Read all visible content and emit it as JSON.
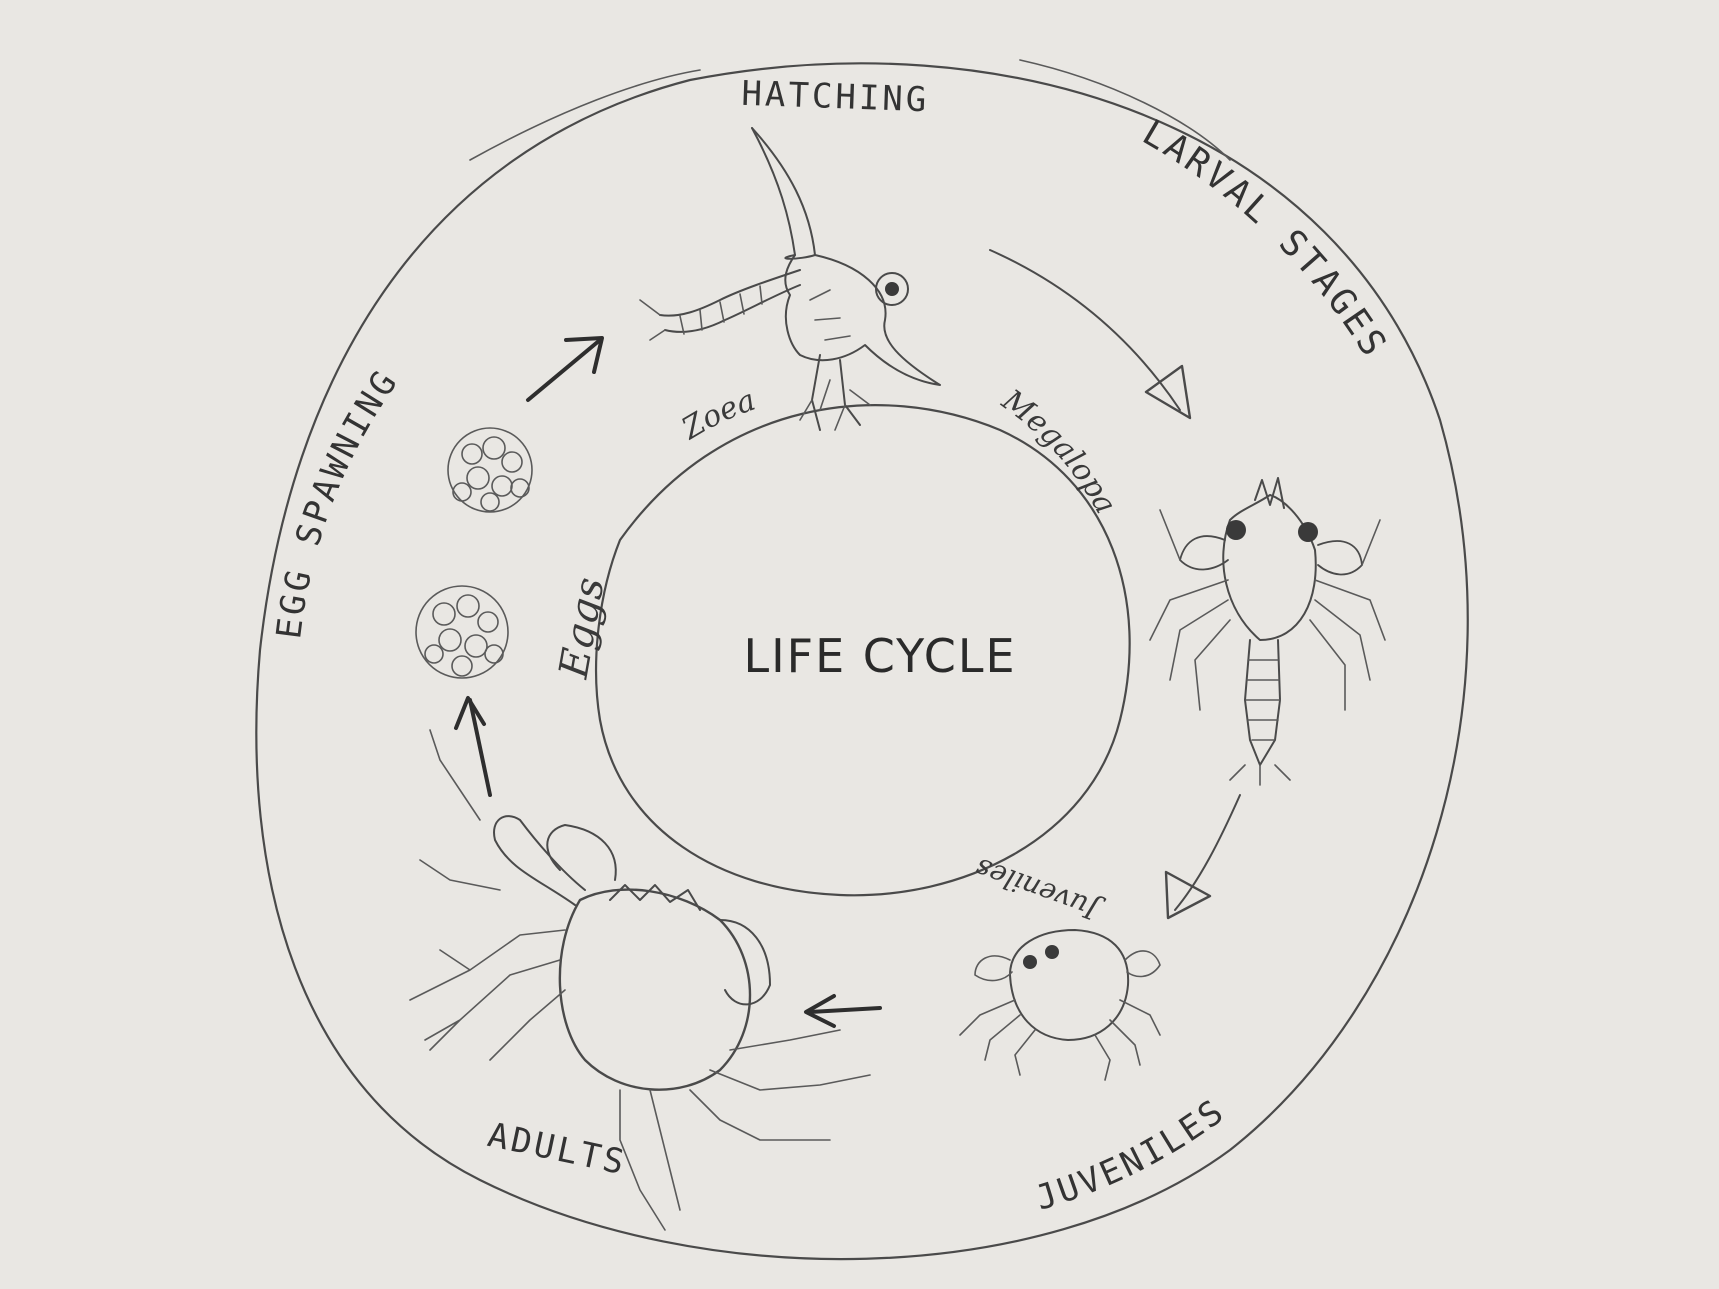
{
  "diagram": {
    "center_label": "LIFE CYCLE",
    "outer_labels": {
      "hatching": "HATCHING",
      "larval_stages": "LARVAL STAGES",
      "juveniles": "JUVENILES",
      "adults": "ADULTS",
      "egg_spawning": "EGG SPAWNING"
    },
    "inner_labels": {
      "zoea": "Zoea",
      "megalopa": "Megalopa",
      "juveniles": "Juveniles",
      "eggs": "Eggs"
    },
    "colors": {
      "paper": "#e9e7e3",
      "ink": "#4a4a4a"
    }
  }
}
